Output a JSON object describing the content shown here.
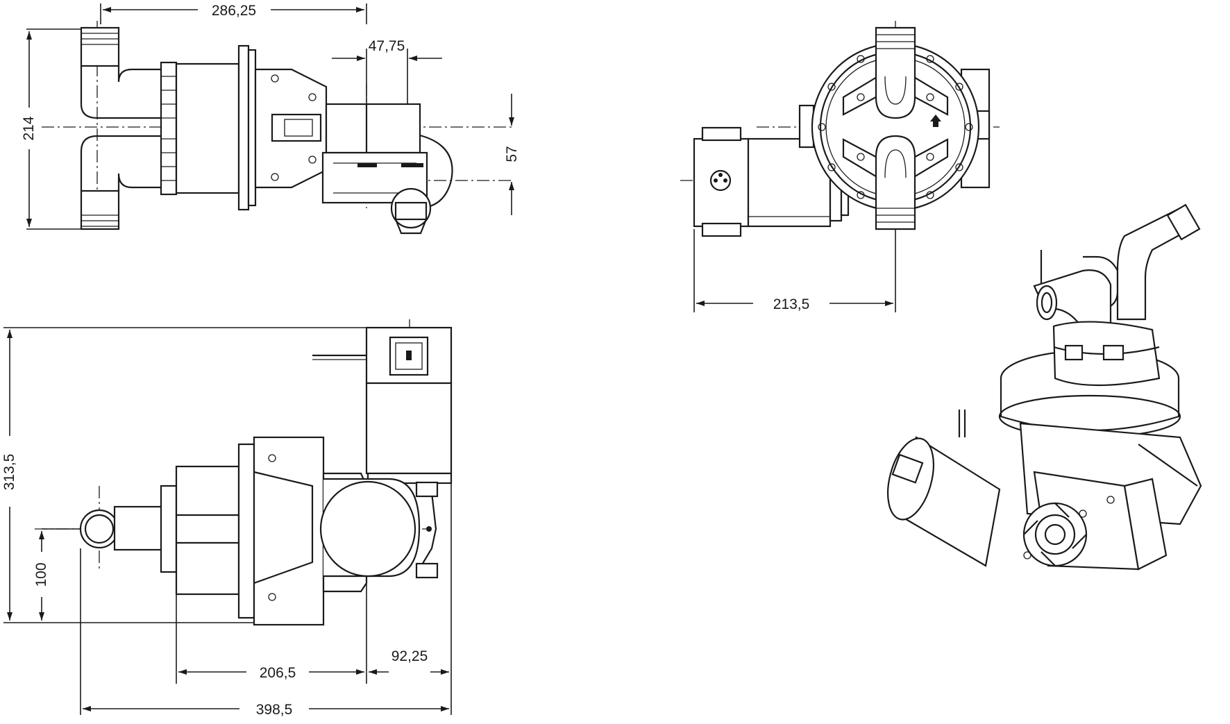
{
  "dimensions": {
    "top_width": "286,25",
    "motor_offset": "47,75",
    "height_total": "214",
    "shaft_offset": "57",
    "side_width": "213,5",
    "front_height": "313,5",
    "port_height": "100",
    "body_width": "206,5",
    "motor_depth": "92,25",
    "overall_width": "398,5"
  },
  "colors": {
    "line": "#1a1a1a",
    "background": "#ffffff"
  }
}
